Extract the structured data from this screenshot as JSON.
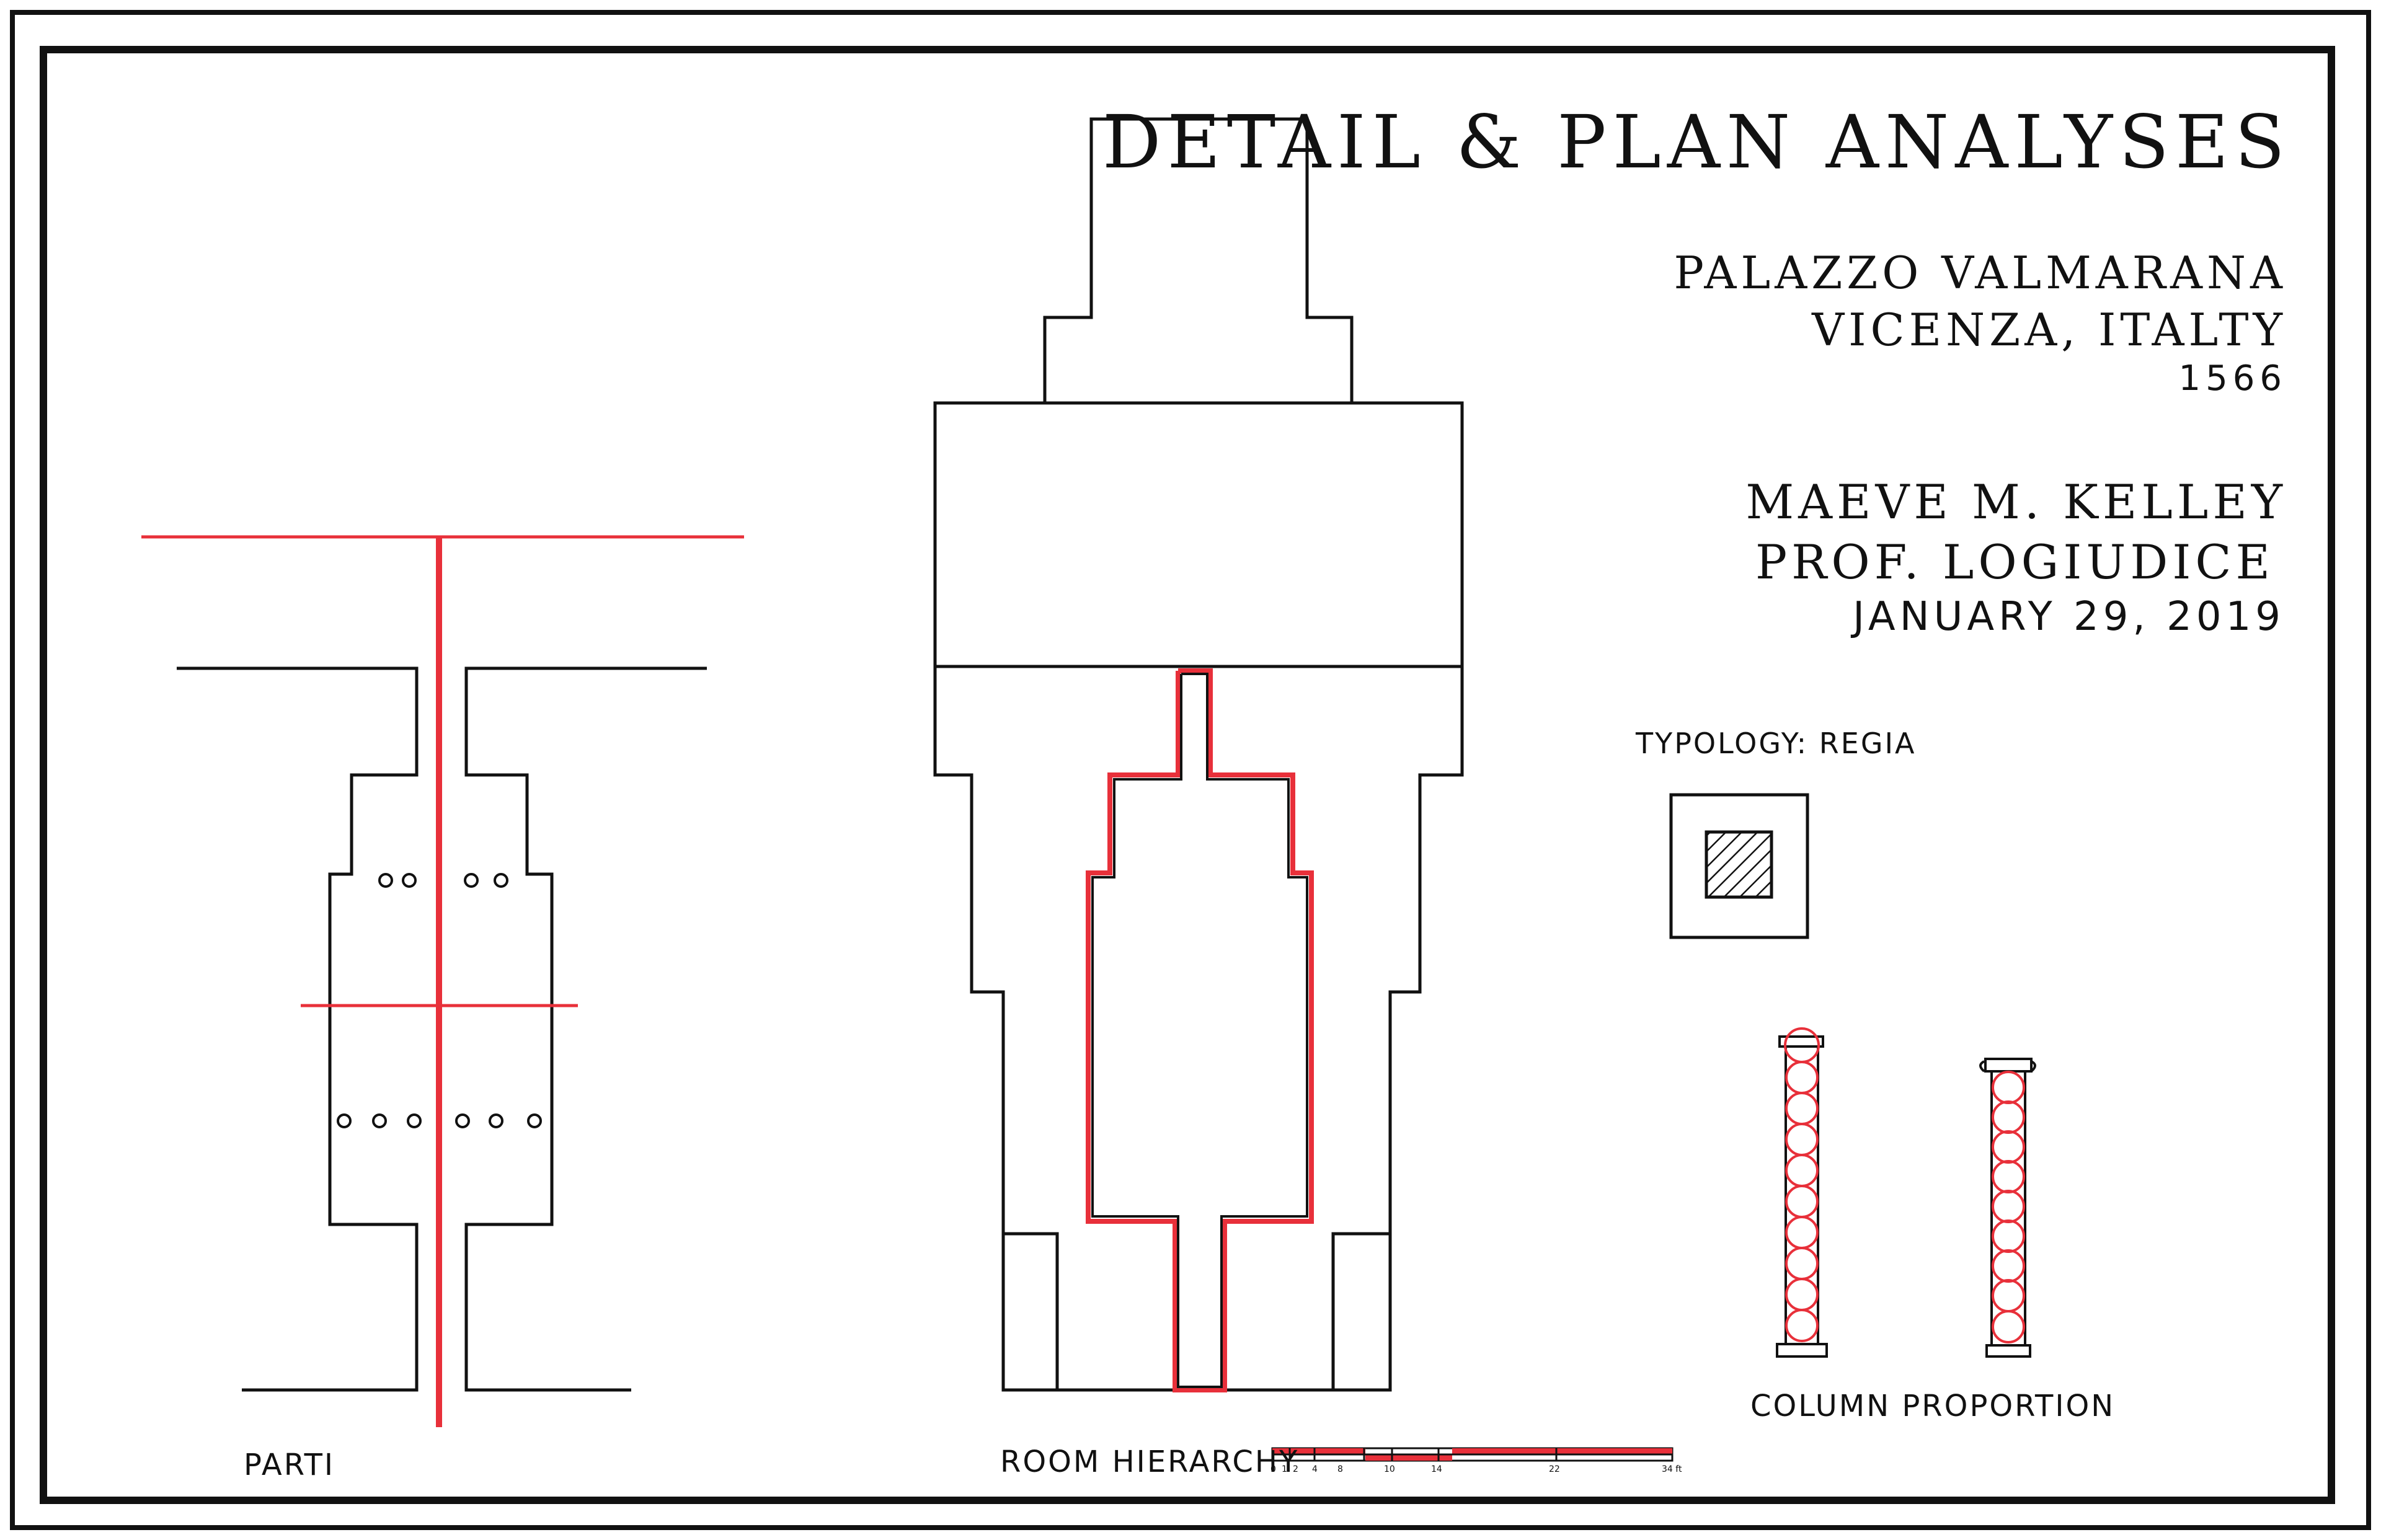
{
  "sheet": {
    "title": "DETAIL & PLAN ANALYSES",
    "project": {
      "building": "PALAZZO VALMARANA",
      "location": "VICENZA, ITALTY",
      "year": "1566"
    },
    "author": {
      "name": "MAEVE M. KELLEY",
      "professor": "PROF. LOGIUDICE",
      "date": "JANUARY 29, 2019"
    }
  },
  "diagrams": {
    "parti_label": "PARTI",
    "room_hierarchy_label": "ROOM HIERARCHY",
    "typology_label": "TYPOLOGY: REGIA",
    "column_proportion_label": "COLUMN PROPORTION"
  },
  "scale_bar": {
    "ticks": [
      "0",
      "1",
      "2",
      "4",
      "8",
      "10",
      "14",
      "22",
      "34 ft"
    ]
  },
  "colors": {
    "ink": "#111111",
    "accent_red": "#e8303a",
    "paper": "#ffffff"
  }
}
